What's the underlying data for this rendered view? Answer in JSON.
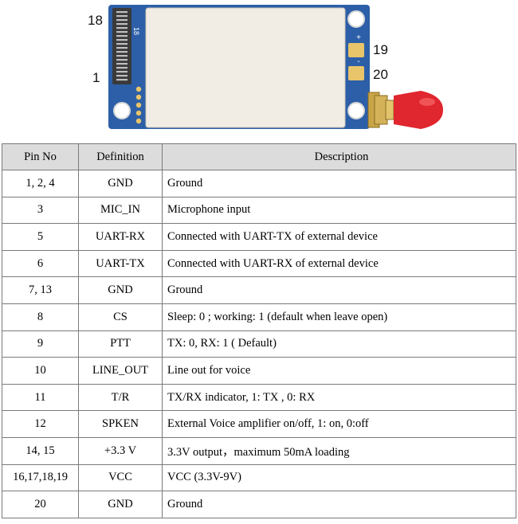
{
  "figure": {
    "pin_callouts": {
      "top_left": "18",
      "bottom_left": "1",
      "right_top": "19",
      "right_bottom": "20"
    },
    "silkscreen": {
      "connector_label": "18",
      "pad_19": "+",
      "pad_20": "-"
    },
    "colors": {
      "pcb": "#2c5fa8",
      "shield": "#f2ede4",
      "pad": "#e8c46a",
      "antenna": "#e0262e",
      "connector": "#3a3a3a"
    }
  },
  "table": {
    "headers": {
      "pin": "Pin No",
      "definition": "Definition",
      "description": "Description"
    },
    "rows": [
      {
        "pin": "1, 2, 4",
        "definition": "GND",
        "description": "Ground"
      },
      {
        "pin": "3",
        "definition": "MIC_IN",
        "description": "Microphone input"
      },
      {
        "pin": "5",
        "definition": "UART-RX",
        "description": "Connected with UART-TX of external device"
      },
      {
        "pin": "6",
        "definition": "UART-TX",
        "description": "Connected with UART-RX of external device"
      },
      {
        "pin": "7, 13",
        "definition": "GND",
        "description": "Ground"
      },
      {
        "pin": "8",
        "definition": "CS",
        "description": "Sleep: 0 ; working: 1 (default when leave open)"
      },
      {
        "pin": "9",
        "definition": "PTT",
        "description": "TX: 0, RX: 1 ( Default)"
      },
      {
        "pin": "10",
        "definition": "LINE_OUT",
        "description": " Line out for voice"
      },
      {
        "pin": "11",
        "definition": "T/R",
        "description": " TX/RX indicator, 1: TX , 0: RX"
      },
      {
        "pin": "12",
        "definition": "SPKEN",
        "description": " External Voice amplifier on/off, 1: on, 0:off"
      },
      {
        "pin": "14, 15",
        "definition": "+3.3 V",
        "description": " 3.3V output，maximum 50mA loading"
      },
      {
        "pin": "16,17,18,19",
        "definition": "VCC",
        "description": " VCC (3.3V-9V)"
      },
      {
        "pin": "20",
        "definition": "GND",
        "description": " Ground"
      }
    ]
  }
}
